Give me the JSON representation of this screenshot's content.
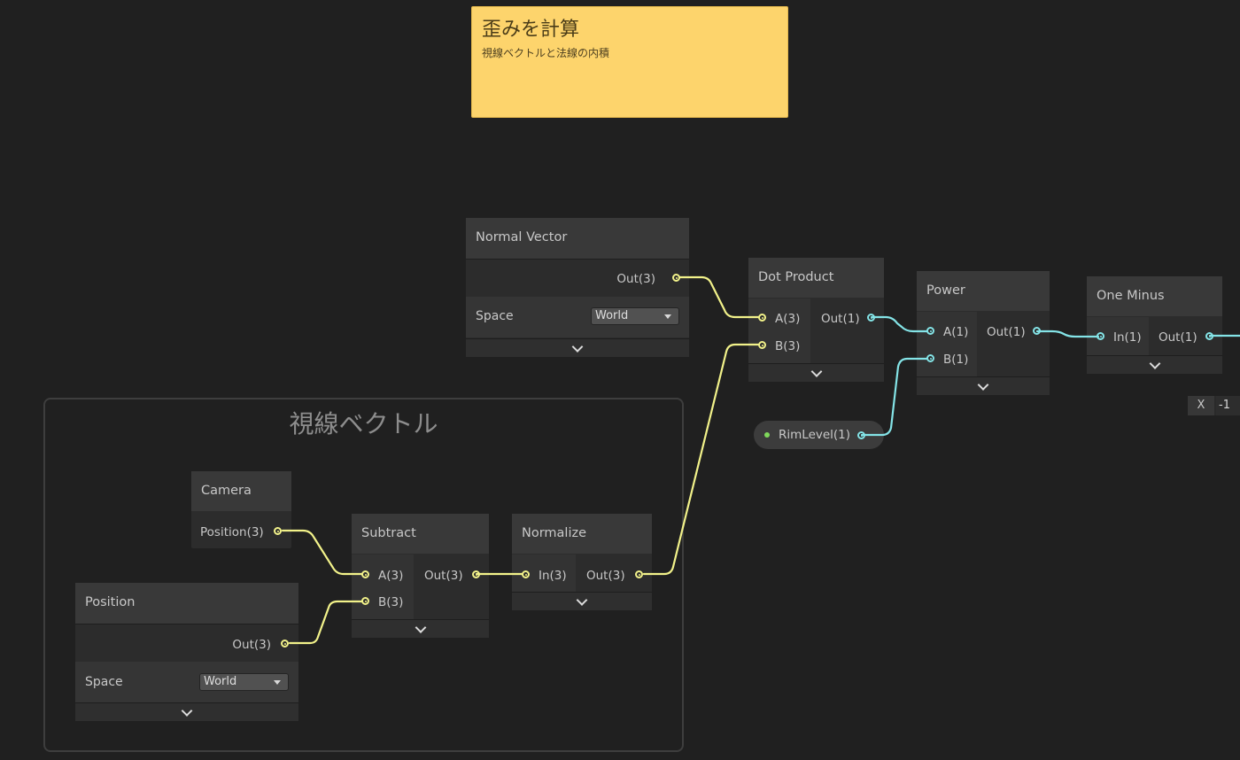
{
  "sticky_note": {
    "title": "歪みを計算",
    "body": "視線ベクトルと法線の内積",
    "color": "#fdd46c"
  },
  "group": {
    "title": "視線ベクトル"
  },
  "nodes": {
    "normal_vector": {
      "title": "Normal Vector",
      "output": "Out(3)",
      "space_label": "Space",
      "space_value": "World"
    },
    "dot_product": {
      "title": "Dot Product",
      "input_a": "A(3)",
      "input_b": "B(3)",
      "output": "Out(1)"
    },
    "power": {
      "title": "Power",
      "input_a": "A(1)",
      "input_b": "B(1)",
      "output": "Out(1)"
    },
    "one_minus": {
      "title": "One Minus",
      "input": "In(1)",
      "output": "Out(1)"
    },
    "camera": {
      "title": "Camera",
      "output": "Position(3)"
    },
    "subtract": {
      "title": "Subtract",
      "input_a": "A(3)",
      "input_b": "B(3)",
      "output": "Out(3)"
    },
    "normalize": {
      "title": "Normalize",
      "input": "In(3)",
      "output": "Out(3)"
    },
    "position": {
      "title": "Position",
      "output": "Out(3)",
      "space_label": "Space",
      "space_value": "World"
    }
  },
  "property": {
    "name": "RimLevel(1)"
  },
  "x_field": {
    "label": "X",
    "value": "-1"
  },
  "colors": {
    "background": "#202020",
    "vector3_wire": "#f2f28a",
    "vector1_wire": "#84e4e7",
    "property_dot": "#7fd85b"
  }
}
